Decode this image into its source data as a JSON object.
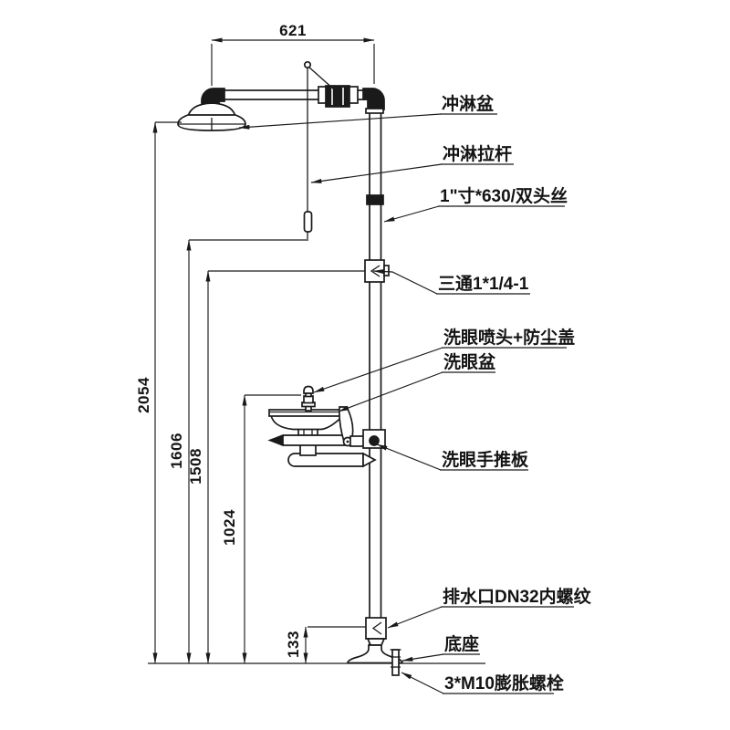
{
  "drawing": {
    "description": "Technical line drawing of a combination emergency shower and eyewash station with dimensions",
    "background": "#ffffff",
    "line_color": "#1a1a1a",
    "dimensions": {
      "arm_width": "621",
      "overall_height": "2054",
      "pull_rod_bottom_height": "1606",
      "tee_height": "1508",
      "eyewash_height": "1024",
      "drain_outlet_height": "133"
    },
    "part_labels": {
      "shower_head": "冲淋盆",
      "shower_pull_rod": "冲淋拉杆",
      "riser_pipe": "1\"寸*630/双头丝",
      "tee_fitting": "三通1*1/4-1",
      "eyewash_spray_head": "洗眼喷头+防尘盖",
      "eyewash_bowl": "洗眼盆",
      "eyewash_push_plate": "洗眼手推板",
      "drain_outlet": "排水口DN32内螺纹",
      "base": "底座",
      "anchor_bolts": "3*M10膨胀螺栓"
    }
  }
}
